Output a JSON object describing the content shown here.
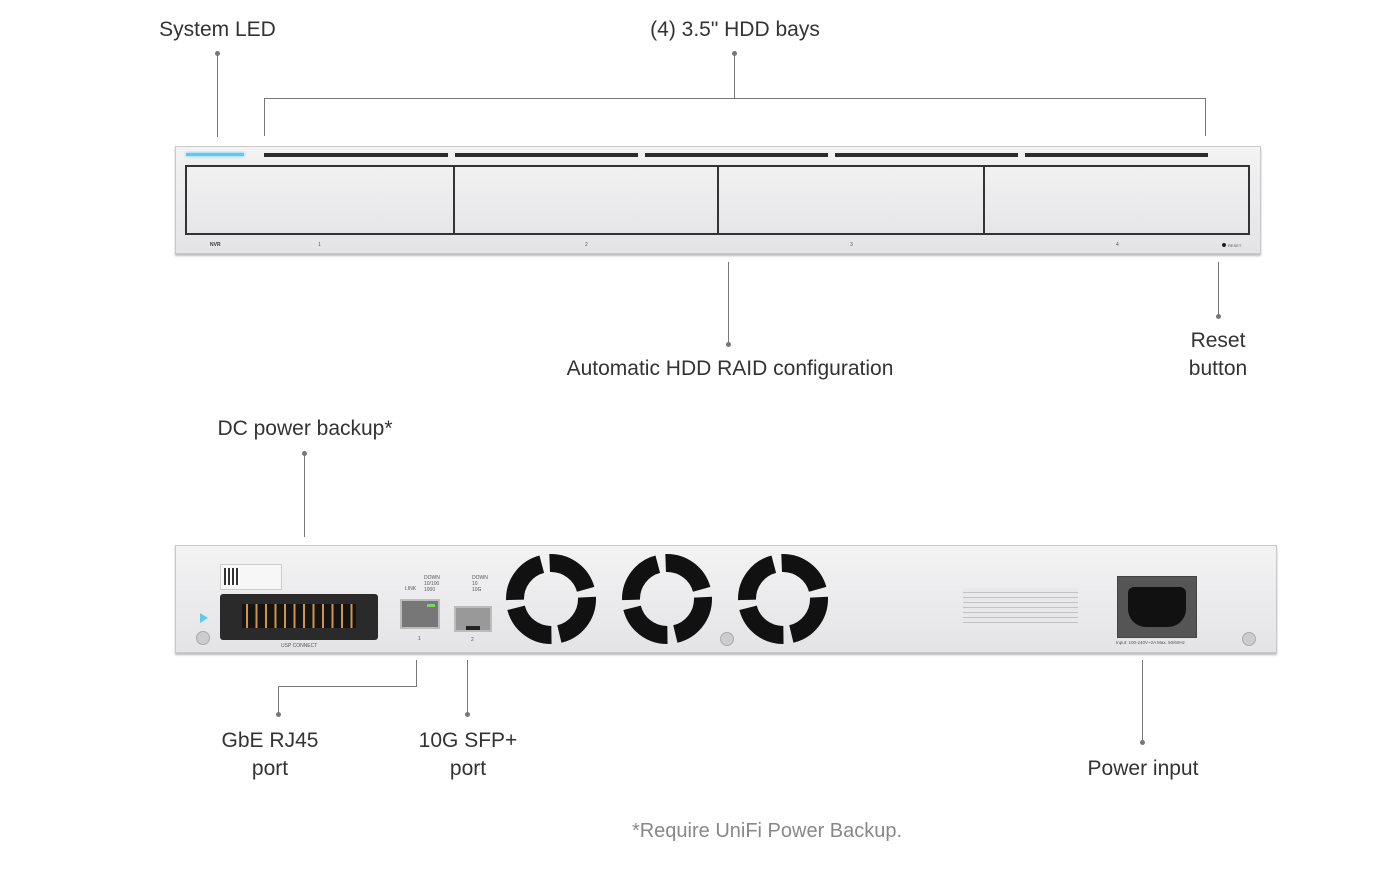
{
  "labels": {
    "system_led": "System LED",
    "hdd_bays": "(4) 3.5\" HDD bays",
    "raid": "Automatic HDD RAID configuration",
    "reset_1": "Reset",
    "reset_2": "button",
    "dc_backup": "DC power backup*",
    "rj45_1": "GbE RJ45",
    "rj45_2": "port",
    "sfp_1": "10G SFP+",
    "sfp_2": "port",
    "power_input": "Power input"
  },
  "footnote": "*Require UniFi Power Backup.",
  "front": {
    "model": "NVR",
    "bays": [
      "1",
      "2",
      "3",
      "4"
    ],
    "reset": "RESET"
  },
  "rear": {
    "usp": "USP CONNECT",
    "port1": "1",
    "port2": "2",
    "link": "LINK",
    "rj45_leds": [
      "DOWN",
      "10/100",
      "1000"
    ],
    "sfp_leds": [
      "DOWN",
      "10",
      "10G"
    ],
    "power_rating": "Input: 100-240V~2A Max. 50/60Hz"
  },
  "colors": {
    "led": "#5ec8f0",
    "line": "#777777"
  }
}
